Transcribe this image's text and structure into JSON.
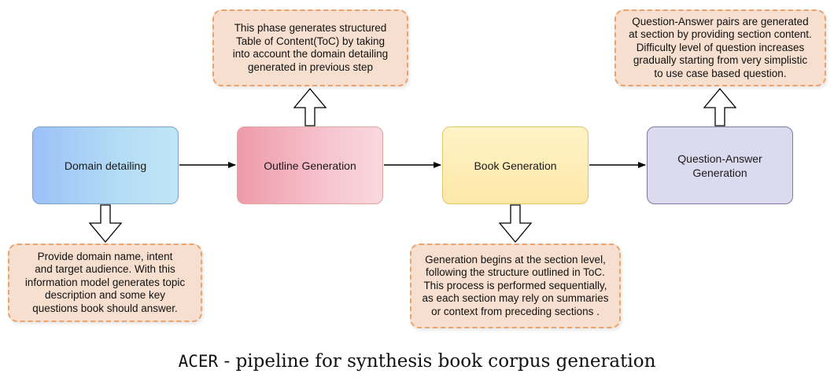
{
  "stages": {
    "domain": "Domain detailing",
    "outline": "Outline Generation",
    "book": "Book Generation",
    "qa": "Question-Answer\nGeneration"
  },
  "notes": {
    "domain": "Provide domain name, intent\nand target audience. With this\ninformation model generates topic\ndescription and some key\nquestions book should answer.",
    "outline": "This phase generates structured\nTable of Content(ToC) by taking\ninto account the domain detailing\ngenerated in previous step",
    "book": "Generation begins at the section level,\nfollowing the structure outlined in ToC.\nThis process is performed sequentially,\nas each section may rely on summaries\nor context from preceding sections .",
    "qa": "Question-Answer pairs are generated\nat section by providing section content.\nDifficulty level of question increases\ngradually starting from very simplistic\nto use case based question."
  },
  "caption": {
    "name": "ACER",
    "text": " - pipeline for synthesis book corpus generation"
  }
}
